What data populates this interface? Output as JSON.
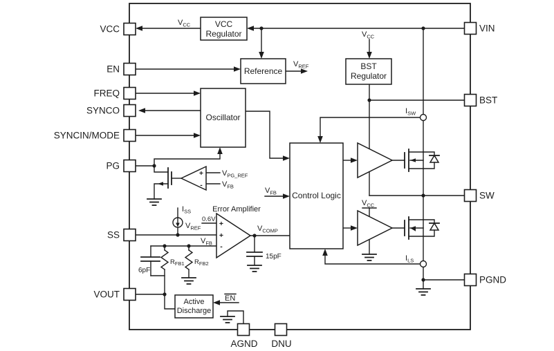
{
  "pins": {
    "left": [
      {
        "label": "VCC"
      },
      {
        "label": "EN"
      },
      {
        "label": "FREQ"
      },
      {
        "label": "SYNCO"
      },
      {
        "label": "SYNCIN/MODE"
      },
      {
        "label": "PG"
      },
      {
        "label": "SS"
      },
      {
        "label": "VOUT"
      }
    ],
    "right": [
      {
        "label": "VIN"
      },
      {
        "label": "BST"
      },
      {
        "label": "SW"
      },
      {
        "label": "PGND"
      }
    ],
    "bottom": [
      {
        "label": "AGND"
      },
      {
        "label": "DNU"
      }
    ]
  },
  "blocks": {
    "vcc_regulator": {
      "line1": "VCC",
      "line2": "Regulator"
    },
    "reference": {
      "label": "Reference"
    },
    "bst_regulator": {
      "line1": "BST",
      "line2": "Regulator"
    },
    "oscillator": {
      "label": "Oscillator"
    },
    "control_logic": {
      "label": "Control Logic"
    },
    "error_amplifier": {
      "label": "Error Amplifier"
    },
    "active_discharge": {
      "line1": "Active",
      "line2": "Discharge"
    }
  },
  "signals": {
    "vcc_wire": {
      "main": "V",
      "sub": "CC"
    },
    "vcc_bst": {
      "main": "V",
      "sub": "CC"
    },
    "vcc_drv": {
      "main": "V",
      "sub": "CC"
    },
    "vref_out": {
      "main": "V",
      "sub": "REF"
    },
    "vpg_ref": {
      "main": "V",
      "sub": "PG_REF"
    },
    "vfb_pgcmp": {
      "main": "V",
      "sub": "FB"
    },
    "iss": {
      "main": "I",
      "sub": "SS"
    },
    "vref_ea": {
      "main": "V",
      "sub": "REF"
    },
    "vref_value": "0.6V",
    "vfb_ea": {
      "main": "V",
      "sub": "FB"
    },
    "vfb_cl": {
      "main": "V",
      "sub": "FB"
    },
    "vcomp": {
      "main": "V",
      "sub": "COMP"
    },
    "rfb1": {
      "main": "R",
      "sub": "FB1"
    },
    "rfb2": {
      "main": "R",
      "sub": "FB2"
    },
    "cap_ff": "6pF",
    "cap_comp": "15pF",
    "isw": {
      "main": "I",
      "sub": "SW"
    },
    "ils": {
      "main": "I",
      "sub": "LS"
    },
    "en_bar": "EN",
    "plus": "+",
    "minus": "-"
  },
  "colors": {
    "line": "#1c1c1c",
    "background": "#ffffff"
  }
}
